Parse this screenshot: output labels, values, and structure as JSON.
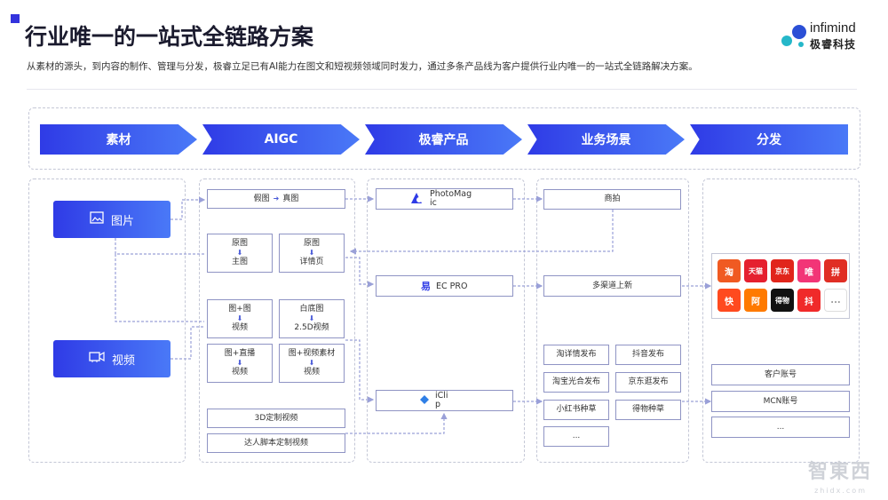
{
  "header": {
    "title": "行业唯一的一站式全链路方案",
    "subtitle": "从素材的源头，到内容的制作、管理与分发，极睿立足已有AI能力在图文和短视频领域同时发力，通过多条产品线为客户提供行业内唯一的一站式全链路解决方案。"
  },
  "logo": {
    "en": "infimind",
    "cn": "极睿科技"
  },
  "stages": [
    "素材",
    "AIGC",
    "极睿产品",
    "业务场景",
    "分发"
  ],
  "sources": {
    "image": "图片",
    "video": "视频"
  },
  "aigc": {
    "fake_real": {
      "a": "假图",
      "b": "真图"
    },
    "main": {
      "top": "原图",
      "bottom": "主图"
    },
    "detail": {
      "top": "原图",
      "bottom": "详情页"
    },
    "img_video": {
      "top": "图+图",
      "bottom": "视频"
    },
    "white_bg": {
      "top": "白底图",
      "bottom": "2.5D视频"
    },
    "live": {
      "top": "图+直播",
      "bottom": "视频"
    },
    "img_material": {
      "top": "图+视频素材",
      "bottom": "视频"
    },
    "custom3d": "3D定制视频",
    "script": "达人脚本定制视频"
  },
  "products": {
    "photomagic": "PhotoMag\nic",
    "ecpro": "EC PRO",
    "iclip": "iCli\np"
  },
  "scenes": {
    "shoot": "商拍",
    "multi": "多渠道上新",
    "items": [
      "淘详情发布",
      "抖音发布",
      "淘宝光合发布",
      "京东逛发布",
      "小红书种草",
      "得物种草",
      "..."
    ]
  },
  "distribution": {
    "platforms": [
      "淘",
      "天猫",
      "京东",
      "唯",
      "拼",
      "快",
      "阿",
      "得物",
      "抖",
      "..."
    ],
    "accounts": [
      "客户账号",
      "MCN账号",
      "..."
    ]
  },
  "colors": {
    "accent": "#3333dd",
    "arrow_start": "#2f3be6",
    "arrow_end": "#4a79f7",
    "dash": "#c4c7d6",
    "connector": "#9aa0d8"
  },
  "watermark": {
    "main": "智東西",
    "sub": "zhidx.com"
  }
}
